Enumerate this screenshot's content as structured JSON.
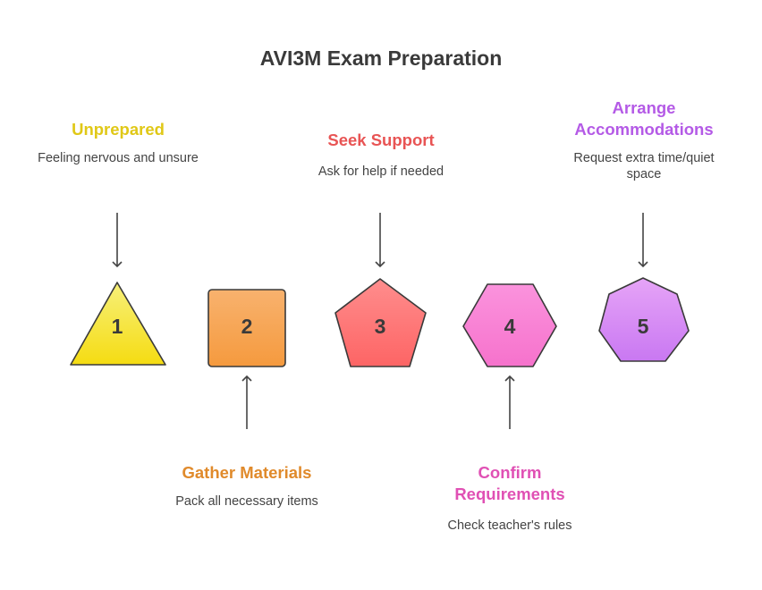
{
  "title": "AVI3M Exam Preparation",
  "steps": [
    {
      "number": "1",
      "shape": "triangle",
      "title": "Unprepared",
      "description": "Feeling nervous and unsure",
      "color": "#e0c817"
    },
    {
      "number": "2",
      "shape": "square",
      "title": "Gather Materials",
      "description": "Pack all necessary items",
      "color": "#e08a2b"
    },
    {
      "number": "3",
      "shape": "pentagon",
      "title": "Seek Support",
      "description": "Ask for help if needed",
      "color": "#e85454"
    },
    {
      "number": "4",
      "shape": "hexagon",
      "title": "Confirm Requirements",
      "description": "Check teacher's rules",
      "color": "#e050b4"
    },
    {
      "number": "5",
      "shape": "heptagon",
      "title": "Arrange Accommodations",
      "description": "Request extra time/quiet space",
      "color": "#b45ae6"
    }
  ]
}
